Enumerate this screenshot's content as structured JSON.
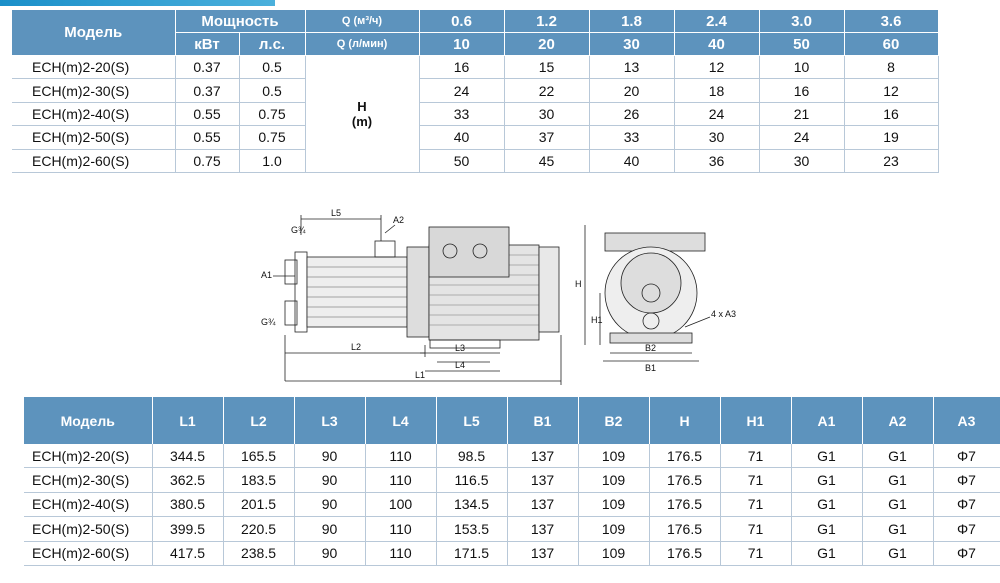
{
  "perf_table": {
    "model_label": "Модель",
    "power_label": "Мощность",
    "kw_label": "кВт",
    "hp_label": "л.с.",
    "q_m3h_label": "Q (м³/ч)",
    "q_lmin_label": "Q (л/мин)",
    "q_m3h": [
      "0.6",
      "1.2",
      "1.8",
      "2.4",
      "3.0",
      "3.6"
    ],
    "q_lmin": [
      "10",
      "20",
      "30",
      "40",
      "50",
      "60"
    ],
    "head_label_1": "H",
    "head_label_2": "(m)",
    "rows": [
      {
        "model": "ECH(m)2-20(S)",
        "kw": "0.37",
        "hp": "0.5",
        "h": [
          "16",
          "15",
          "13",
          "12",
          "10",
          "8"
        ]
      },
      {
        "model": "ECH(m)2-30(S)",
        "kw": "0.37",
        "hp": "0.5",
        "h": [
          "24",
          "22",
          "20",
          "18",
          "16",
          "12"
        ]
      },
      {
        "model": "ECH(m)2-40(S)",
        "kw": "0.55",
        "hp": "0.75",
        "h": [
          "33",
          "30",
          "26",
          "24",
          "21",
          "16"
        ]
      },
      {
        "model": "ECH(m)2-50(S)",
        "kw": "0.55",
        "hp": "0.75",
        "h": [
          "40",
          "37",
          "33",
          "30",
          "24",
          "19"
        ]
      },
      {
        "model": "ECH(m)2-60(S)",
        "kw": "0.75",
        "hp": "1.0",
        "h": [
          "50",
          "45",
          "40",
          "36",
          "30",
          "23"
        ]
      }
    ]
  },
  "drawing": {
    "labels": {
      "g_top": "G¾",
      "l5": "L5",
      "a2": "A2",
      "a1": "A1",
      "g_bottom": "G¾",
      "l2": "L2",
      "l3": "L3",
      "l4": "L4",
      "l1": "L1",
      "h": "H",
      "h1": "H1",
      "a3": "4 x A3",
      "b2": "B2",
      "b1": "B1"
    }
  },
  "dims_table": {
    "headers": [
      "Модель",
      "L1",
      "L2",
      "L3",
      "L4",
      "L5",
      "B1",
      "B2",
      "H",
      "H1",
      "A1",
      "A2",
      "A3"
    ],
    "rows": [
      [
        "ECH(m)2-20(S)",
        "344.5",
        "165.5",
        "90",
        "110",
        "98.5",
        "137",
        "109",
        "176.5",
        "71",
        "G1",
        "G1",
        "Φ7"
      ],
      [
        "ECH(m)2-30(S)",
        "362.5",
        "183.5",
        "90",
        "110",
        "116.5",
        "137",
        "109",
        "176.5",
        "71",
        "G1",
        "G1",
        "Φ7"
      ],
      [
        "ECH(m)2-40(S)",
        "380.5",
        "201.5",
        "90",
        "100",
        "134.5",
        "137",
        "109",
        "176.5",
        "71",
        "G1",
        "G1",
        "Φ7"
      ],
      [
        "ECH(m)2-50(S)",
        "399.5",
        "220.5",
        "90",
        "110",
        "153.5",
        "137",
        "109",
        "176.5",
        "71",
        "G1",
        "G1",
        "Φ7"
      ],
      [
        "ECH(m)2-60(S)",
        "417.5",
        "238.5",
        "90",
        "110",
        "171.5",
        "137",
        "109",
        "176.5",
        "71",
        "G1",
        "G1",
        "Φ7"
      ]
    ]
  },
  "colors": {
    "header_bg": "#5d93bd",
    "accent": "#1a8fc9"
  }
}
